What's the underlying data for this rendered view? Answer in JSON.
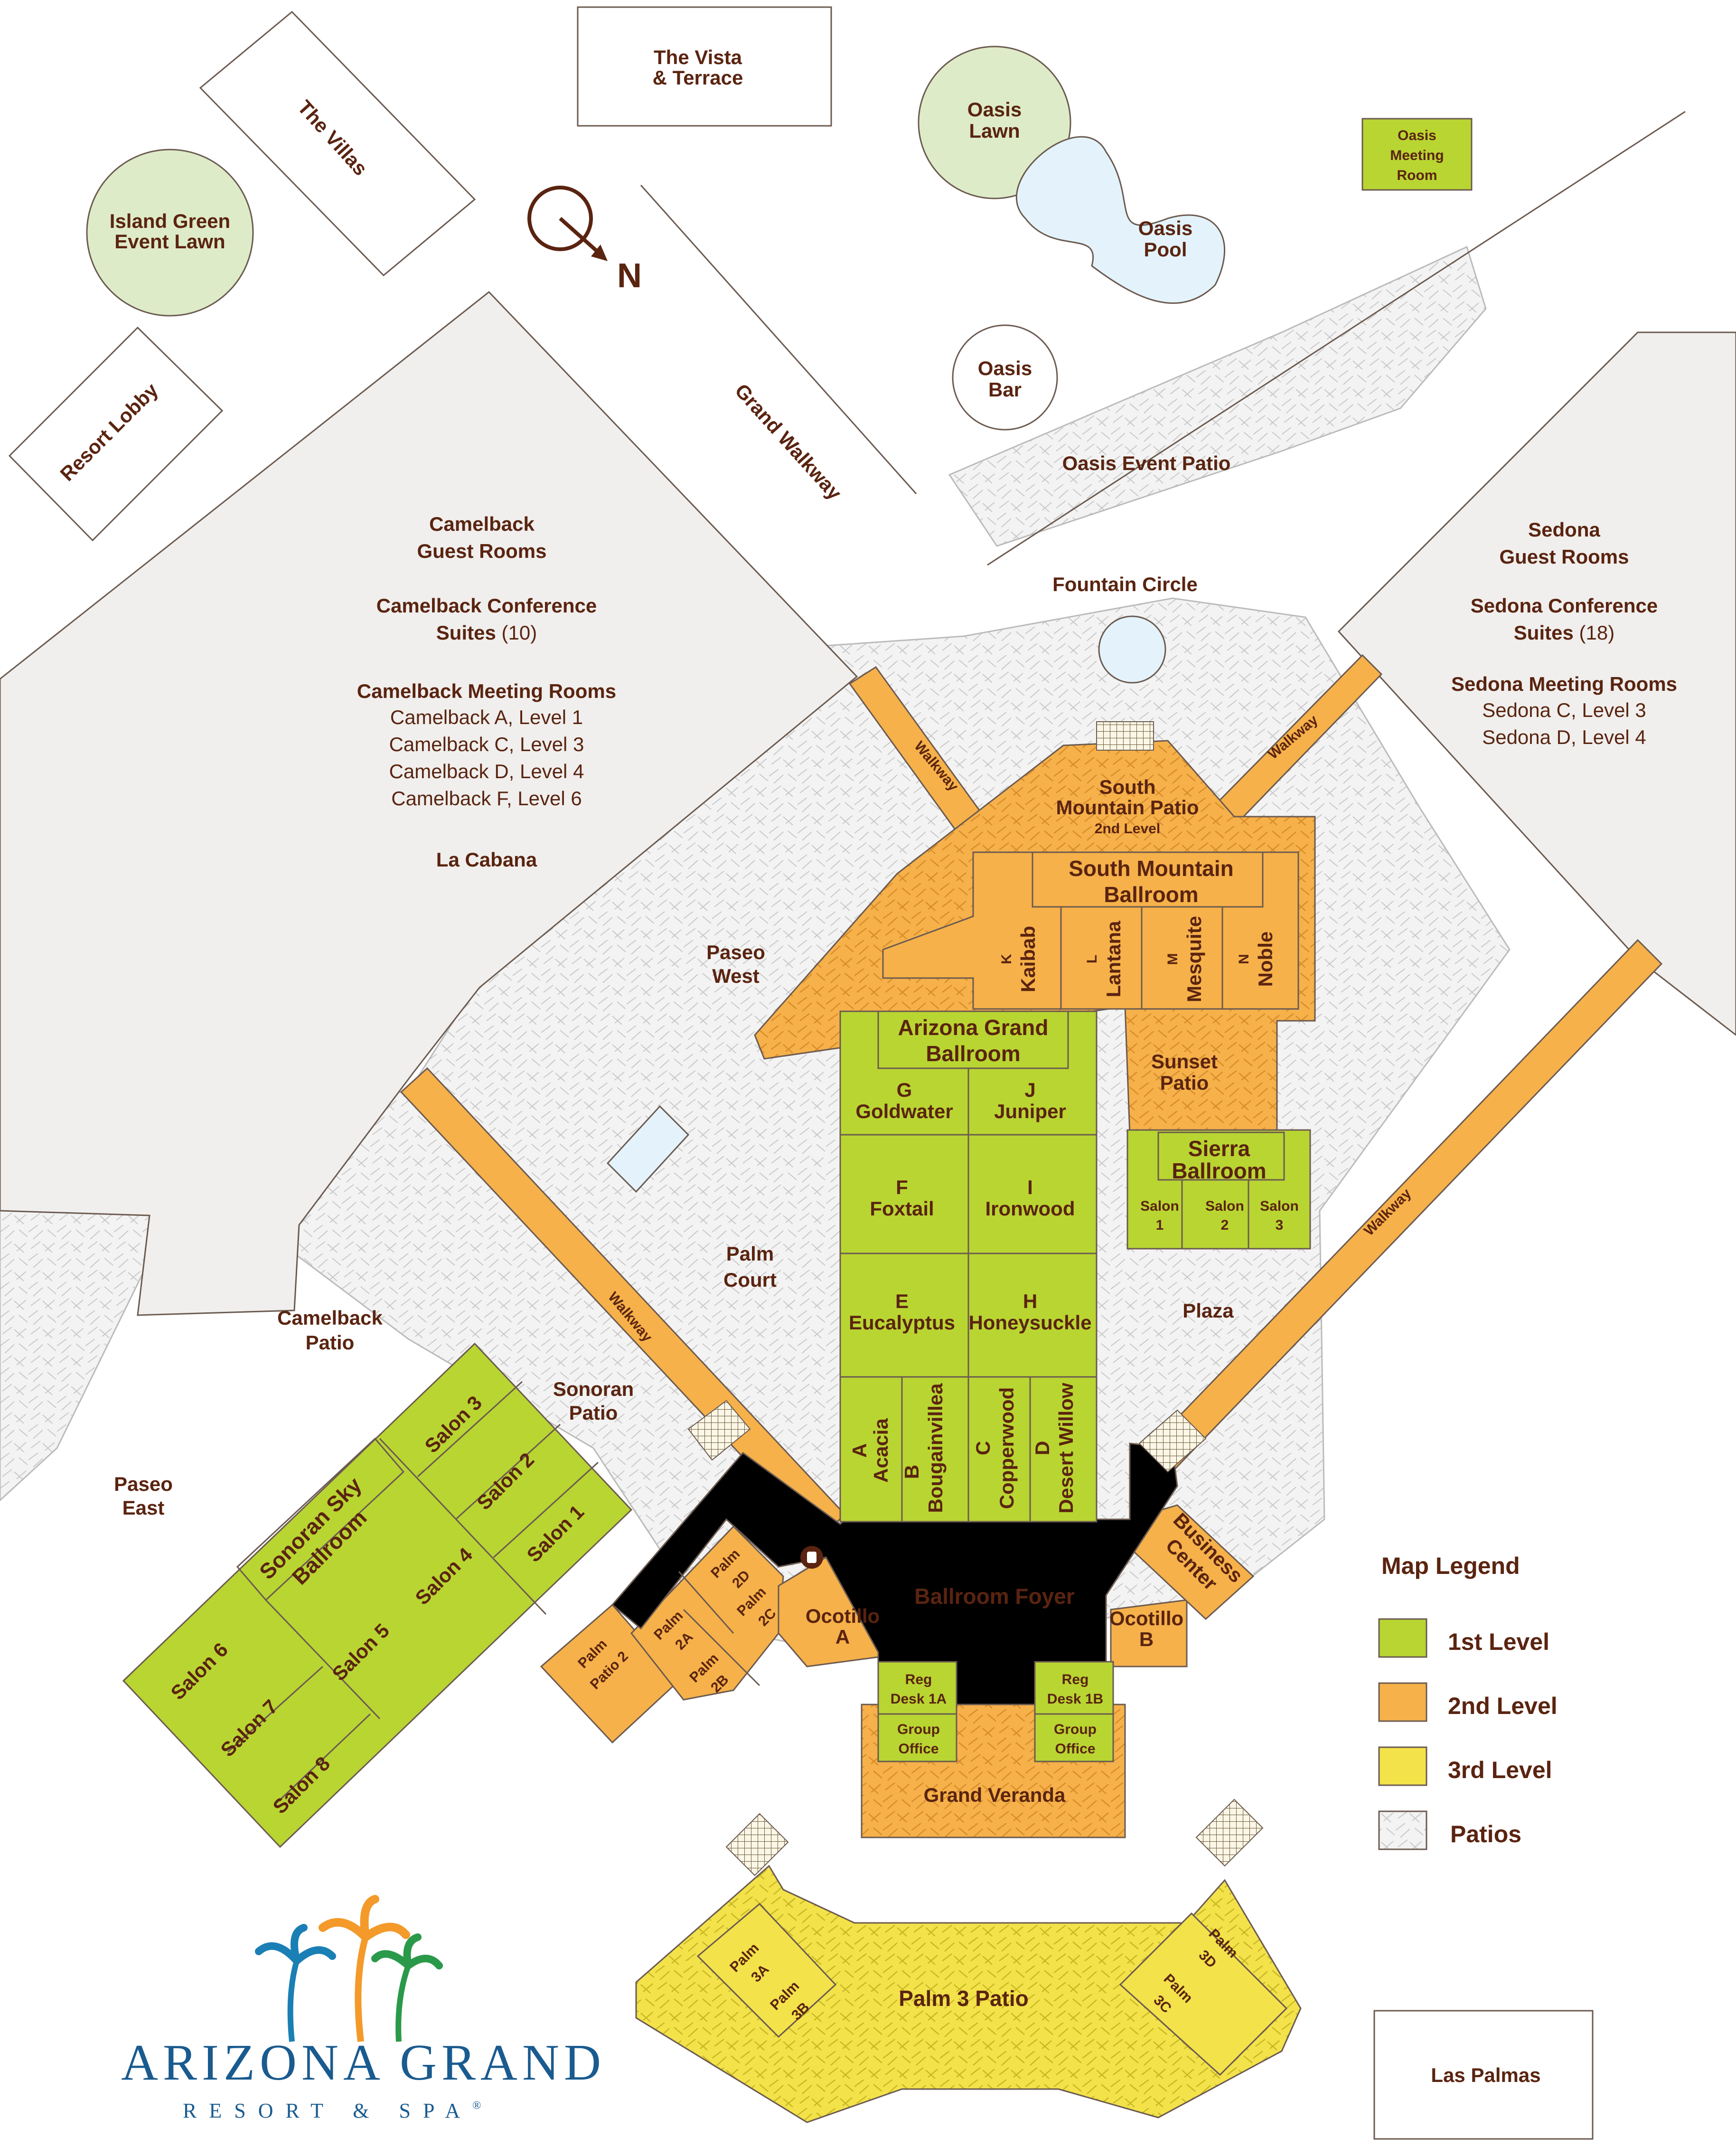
{
  "colors": {
    "level1": "#b9d532",
    "level2": "#f6b14a",
    "level3": "#f3e24a",
    "patio": "#f0f0f0",
    "building": "#f0efed",
    "lawn": "#deebc8",
    "water": "#e4f3fb",
    "text": "#5a2410",
    "brand": "#1a5b8f"
  },
  "compass": {
    "label": "N"
  },
  "buildings": {
    "villas": "The Villas",
    "vista": [
      "The Vista",
      "& Terrace"
    ],
    "resort_lobby": "Resort Lobby",
    "oasis_meeting": [
      "Oasis",
      "Meeting",
      "Room"
    ],
    "las_palmas": "Las Palmas",
    "camelback": {
      "guest_rooms": [
        "Camelback",
        "Guest Rooms"
      ],
      "conference": [
        "Camelback Conference",
        "Suites",
        " (10)"
      ],
      "meeting_title": "Camelback Meeting Rooms",
      "meeting_rooms": [
        "Camelback A, Level 1",
        "Camelback C, Level 3",
        "Camelback D, Level 4",
        "Camelback F, Level 6"
      ],
      "cabana": "La Cabana"
    },
    "sedona": {
      "guest_rooms": [
        "Sedona",
        "Guest Rooms"
      ],
      "conference": [
        "Sedona Conference",
        "Suites",
        " (18)"
      ],
      "meeting_title": "Sedona Meeting Rooms",
      "meeting_rooms": [
        "Sedona C, Level 3",
        "Sedona D, Level 4"
      ]
    }
  },
  "outdoor": {
    "island_green": [
      "Island Green",
      "Event Lawn"
    ],
    "oasis_lawn": [
      "Oasis",
      "Lawn"
    ],
    "oasis_pool": [
      "Oasis",
      "Pool"
    ],
    "oasis_bar": [
      "Oasis",
      "Bar"
    ],
    "oasis_event_patio": "Oasis Event Patio",
    "grand_walkway": "Grand Walkway",
    "fountain_circle": "Fountain Circle",
    "walkway": "Walkway",
    "paseo_west": [
      "Paseo",
      "West"
    ],
    "palm_court": [
      "Palm",
      "Court"
    ],
    "camelback_patio": [
      "Camelback",
      "Patio"
    ],
    "sonoran_patio": [
      "Sonoran",
      "Patio"
    ],
    "paseo_east": [
      "Paseo",
      "East"
    ],
    "sunset_patio": [
      "Sunset",
      "Patio"
    ],
    "plaza": "Plaza",
    "south_mountain_patio": [
      "South",
      "Mountain Patio"
    ],
    "second_level": "2nd Level",
    "grand_veranda": "Grand Veranda",
    "palm_patio_2": [
      "Palm",
      "Patio 2"
    ],
    "palm_3_patio": "Palm 3 Patio"
  },
  "ballrooms": {
    "south_mountain": {
      "title": [
        "South Mountain",
        "Ballroom"
      ],
      "rooms": [
        [
          "K",
          "Kaibab"
        ],
        [
          "L",
          "Lantana"
        ],
        [
          "M",
          "Mesquite"
        ],
        [
          "N",
          "Noble"
        ]
      ]
    },
    "arizona_grand": {
      "title": [
        "Arizona Grand",
        "Ballroom"
      ],
      "rooms_grid": [
        [
          [
            "G",
            "Goldwater"
          ],
          [
            "J",
            "Juniper"
          ]
        ],
        [
          [
            "F",
            "Foxtail"
          ],
          [
            "I",
            "Ironwood"
          ]
        ],
        [
          [
            "E",
            "Eucalyptus"
          ],
          [
            "H",
            "Honeysuckle"
          ]
        ]
      ],
      "rooms_vertical": [
        [
          "A",
          "Acacia"
        ],
        [
          "B",
          "Bougainvillea"
        ],
        [
          "C",
          "Copperwood"
        ],
        [
          "D",
          "Desert Willow"
        ]
      ]
    },
    "sierra": {
      "title": [
        "Sierra",
        "Ballroom"
      ],
      "salons": [
        [
          "Salon",
          "1"
        ],
        [
          "Salon",
          "2"
        ],
        [
          "Salon",
          "3"
        ]
      ]
    },
    "sonoran_sky": {
      "title": [
        "Sonoran Sky",
        "Ballroom"
      ],
      "salons": [
        "Salon 1",
        "Salon 2",
        "Salon 3",
        "Salon 4",
        "Salon 5",
        "Salon 6",
        "Salon 7",
        "Salon 8"
      ]
    }
  },
  "foyer": {
    "ballroom_foyer": "Ballroom Foyer",
    "ocotillo_a": [
      "Ocotillo",
      "A"
    ],
    "ocotillo_b": [
      "Ocotillo",
      "B"
    ],
    "business_center": [
      "Business",
      "Center"
    ],
    "reg_desk_1a": [
      "Reg",
      "Desk 1A"
    ],
    "reg_desk_1b": [
      "Reg",
      "Desk 1B"
    ],
    "group_office": [
      "Group",
      "Office"
    ],
    "palm_rooms": [
      [
        "Palm",
        "2A"
      ],
      [
        "Palm",
        "2B"
      ],
      [
        "Palm",
        "2C"
      ],
      [
        "Palm",
        "2D"
      ]
    ],
    "palm3_rooms": [
      [
        "Palm",
        "3A"
      ],
      [
        "Palm",
        "3B"
      ],
      [
        "Palm",
        "3C"
      ],
      [
        "Palm",
        "3D"
      ]
    ]
  },
  "legend": {
    "title": "Map Legend",
    "items": [
      {
        "label": "1st Level",
        "color": "#b9d532"
      },
      {
        "label": "2nd Level",
        "color": "#f6b14a"
      },
      {
        "label": "3rd Level",
        "color": "#f3e24a"
      },
      {
        "label": "Patios",
        "color": "#f0f0f0"
      }
    ]
  },
  "brand": {
    "name": "Arizona Grand",
    "tagline": "Resort & Spa",
    "reg_mark": "®"
  }
}
